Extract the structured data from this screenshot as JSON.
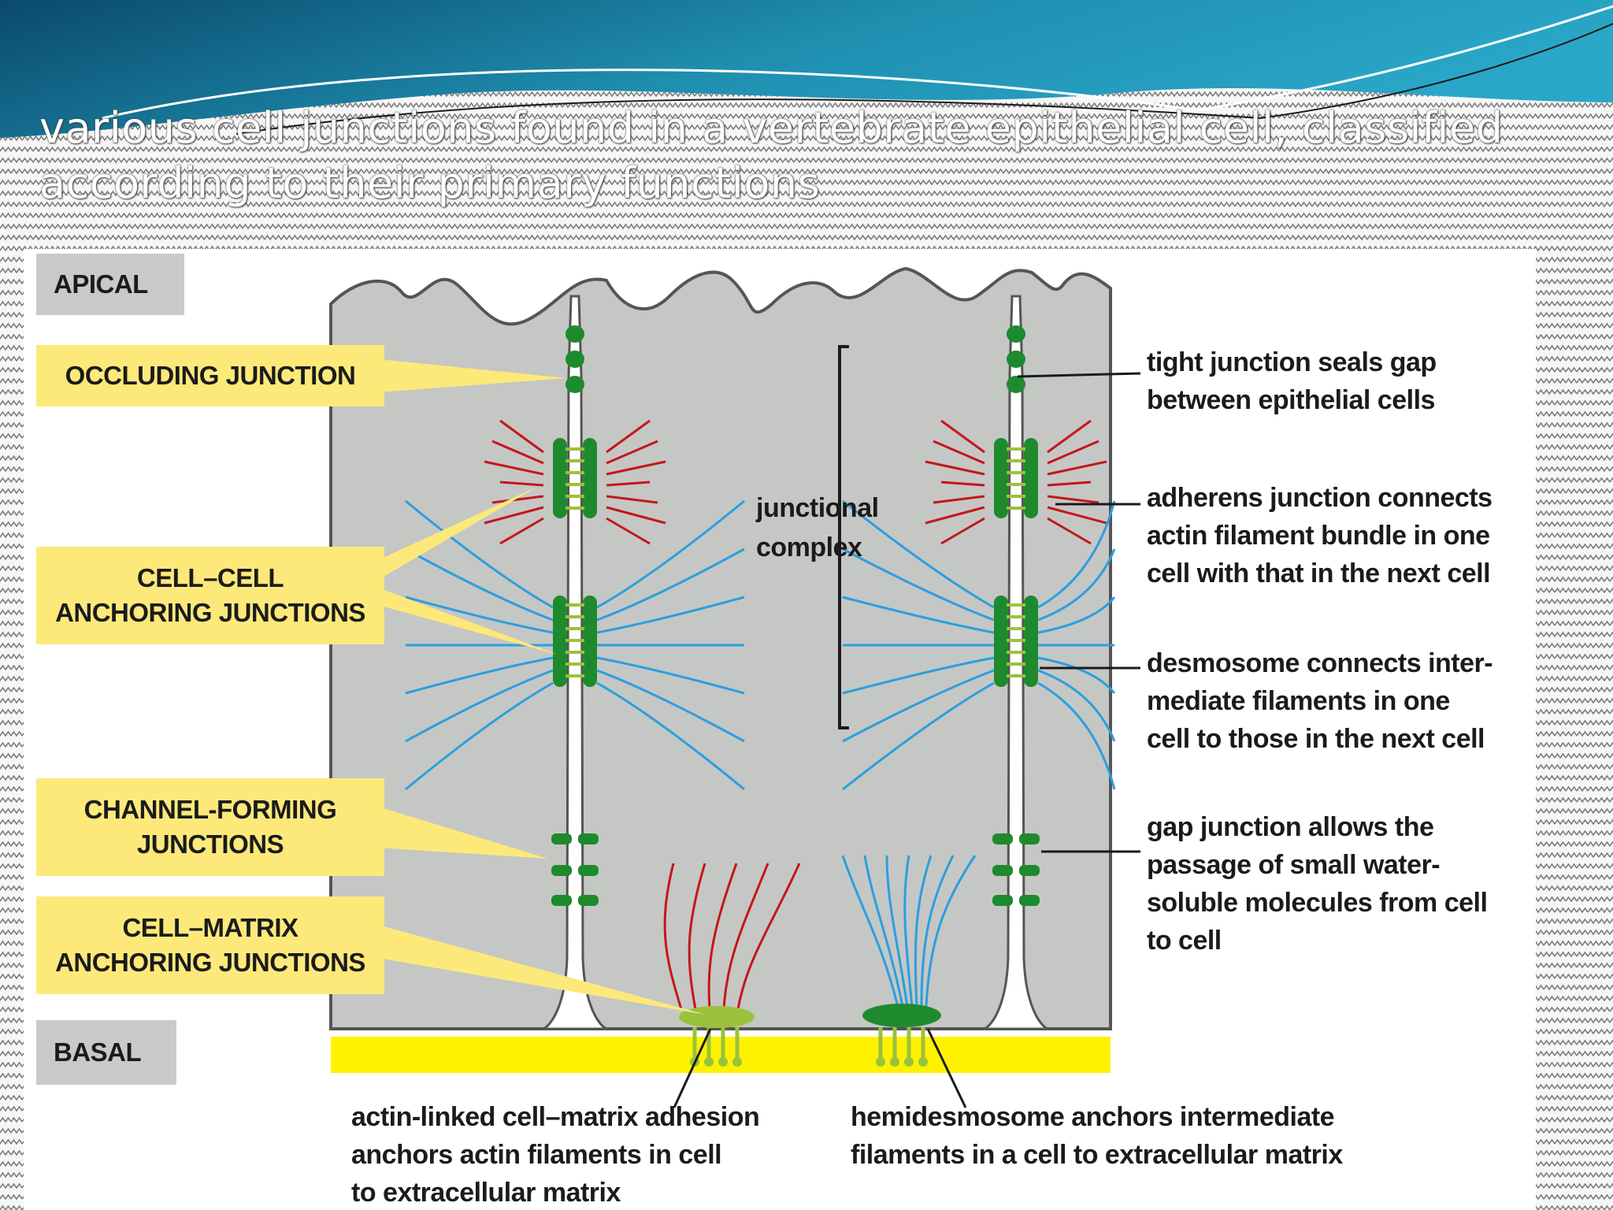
{
  "slide": {
    "title": "various cell junctions found in a vertebrate epithelial cell, classified according to their primary functions"
  },
  "colors": {
    "header_teal": "#1f8fb0",
    "header_dark": "#0c4f6e",
    "cell_gray": "#c5c7c4",
    "junction_green": "#1e8a2e",
    "linker_green": "#9ac23c",
    "actin_red": "#c4161c",
    "intermediate_blue": "#2a9fe0",
    "matrix_yellow": "#fff200",
    "label_yellow": "#fde97a"
  },
  "diagram": {
    "side_labels": {
      "apical": "APICAL",
      "basal": "BASAL"
    },
    "categories": [
      {
        "lines": [
          "OCCLUDING JUNCTION"
        ]
      },
      {
        "lines": [
          "CELL–CELL",
          "ANCHORING JUNCTIONS"
        ]
      },
      {
        "lines": [
          "CHANNEL-FORMING",
          "JUNCTIONS"
        ]
      },
      {
        "lines": [
          "CELL–MATRIX",
          "ANCHORING JUNCTIONS"
        ]
      }
    ],
    "junctional_complex": [
      "junctional",
      "complex"
    ],
    "right_notes": [
      {
        "lines": [
          "tight junction seals gap",
          "between epithelial cells"
        ]
      },
      {
        "lines": [
          "adherens junction connects",
          "actin filament bundle in one",
          "cell with that in the next cell"
        ]
      },
      {
        "lines": [
          "desmosome connects inter-",
          "mediate filaments in one",
          "cell to those in the next cell"
        ]
      },
      {
        "lines": [
          "gap junction allows the",
          "passage of small water-",
          "soluble molecules from cell",
          "to cell"
        ]
      }
    ],
    "bottom_notes": [
      {
        "lines": [
          "actin-linked cell–matrix adhesion",
          "anchors actin filaments in cell",
          "to extracellular matrix"
        ]
      },
      {
        "lines": [
          "hemidesmosome anchors intermediate",
          "filaments in a cell to extracellular matrix"
        ]
      }
    ]
  }
}
